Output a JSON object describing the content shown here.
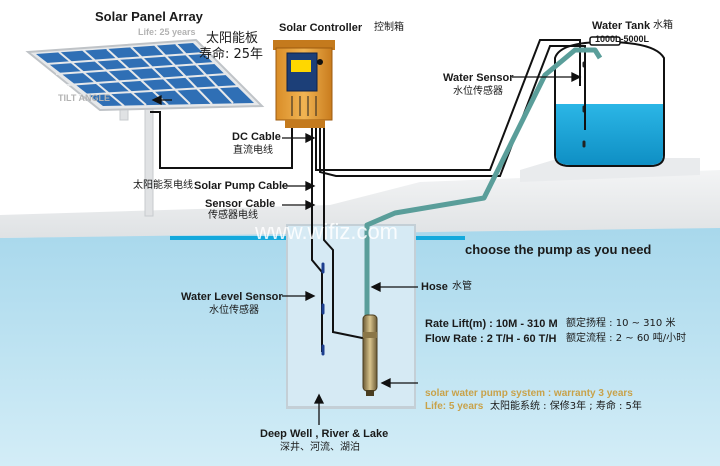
{
  "solar_panel": {
    "title": "Solar Panel Array",
    "life": "Life:  25 years",
    "cn_name": "太阳能板",
    "cn_life": "寿命: 25年",
    "tilt_angle": "TILT ANGLE"
  },
  "controller": {
    "title": "Solar Controller",
    "cn_title": "控制箱"
  },
  "water_tank": {
    "title": "Water Tank",
    "cn_title": "水箱",
    "capacity": "1000L-5000L"
  },
  "water_sensor": {
    "title": "Water Sensor",
    "cn_title": "水位传感器"
  },
  "dc_cable": {
    "title": "DC Cable",
    "cn_title": "直流电线"
  },
  "pump_cable": {
    "cn_title": "太阳能泵电线",
    "title": "Solar Pump Cable"
  },
  "sensor_cable": {
    "title": "Sensor Cable",
    "cn_title": "传感器电线"
  },
  "watermark": "www.wifiz.com",
  "tagline": "choose the pump as you need",
  "hose": {
    "title": "Hose",
    "cn_title": "水管"
  },
  "level_sensor": {
    "title": "Water Level Sensor",
    "cn_title": "水位传感器"
  },
  "specs": {
    "rate_lift": "Rate Lift(m) : 10M - 310 M",
    "rate_lift_cn": "额定扬程 : 10 ~ 310 米",
    "flow_rate": "Flow Rate : 2 T/H - 60 T/H",
    "flow_rate_cn": "额定流程 : 2 ~ 60 吨/小时"
  },
  "warranty": {
    "line1": "solar water pump system : warranty 3 years",
    "line2_en": "Life: 5 years",
    "line2_cn": "太阳能系统 : 保修3年 ; 寿命 : 5年"
  },
  "source": {
    "title": "Deep Well , River & Lake",
    "cn_title": "深井、河流、湖泊"
  },
  "colors": {
    "water": "#bfe3f2",
    "tank_water": "#17a9de",
    "hose": "#5a9e9a",
    "controller": "#e8a43c",
    "panel": "#2f6fb5",
    "cable": "#111111"
  }
}
